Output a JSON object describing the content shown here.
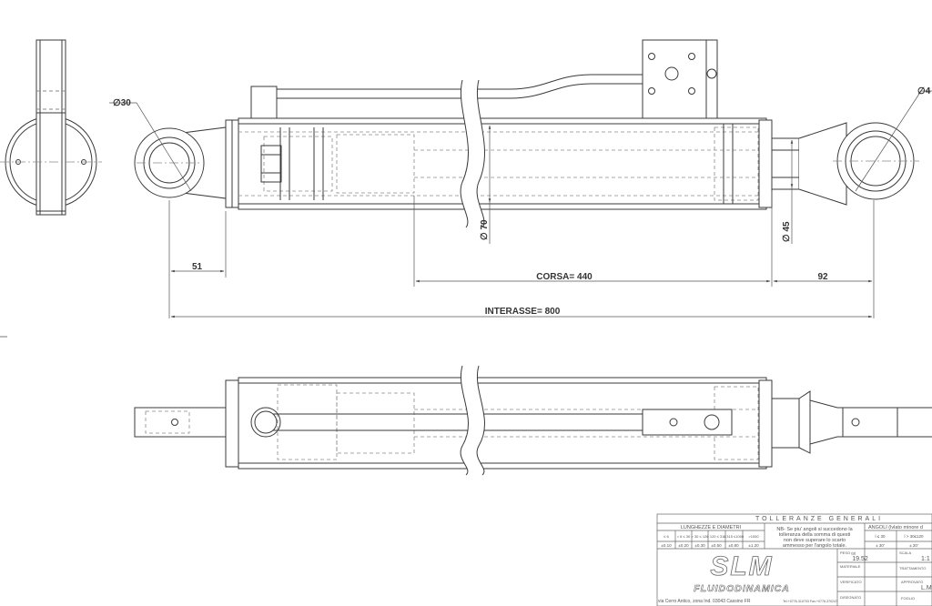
{
  "dimensions": {
    "eye_diameter_left": "∅30",
    "eye_diameter_right": "∅4",
    "cylinder_diameter": "∅ 70",
    "rod_diameter": "∅ 45",
    "left_offset": "51",
    "stroke": "CORSA= 440",
    "right_offset": "92",
    "center_distance": "INTERASSE= 800"
  },
  "title_block": {
    "header": "TOLLERANZE GENERALI",
    "lengths_header": "LUNGHEZZE E DIAMETRI",
    "angles_header": "ANGOLI (lvlato minore d",
    "length_ranges": [
      "≤ 6",
      "> 6 ≤ 30",
      "> 30 ≤ 120",
      "> 120 ≤ 315",
      "> 315 ≤1000",
      ">1000"
    ],
    "length_tolerances": [
      "±0.10",
      "±0.20",
      "±0.30",
      "±0.50",
      "±0.80",
      "±1.20"
    ],
    "note_lines": [
      "NB- Se piu' angoli si succedono la",
      "tolleranza della somma di questi",
      "non deve superare lo scarto",
      "ammesso per l'angolo totale."
    ],
    "angle_ranges": [
      "l ≤ 30",
      "l > 30≤120"
    ],
    "angle_tolerances": [
      "± 30'",
      "± 20'"
    ],
    "weight_label": "PESO (g)",
    "weight_value": "19.52",
    "scale_label": "SCALA",
    "scale_value": "1:1",
    "material_label": "MATERIALE",
    "treatment_label": "TRATTAMENTO",
    "checked_label": "VERIFICATO",
    "approved_label": "APPROVATO",
    "approved_value": "L.M",
    "drawn_label": "DISEGNATO",
    "sheet_label": "FOGLIO",
    "logo_main": "SLM",
    "logo_sub": "FLUIDODINAMICA",
    "address": "via Cerro Antico, zona Ind. 03043 Cassino FR",
    "phone": "Tel.+0776-310703 Fax.+0776-370247"
  },
  "colors": {
    "line": "#3a3a3a",
    "hidden_line": "#8a8a8a",
    "text": "#333333",
    "paper": "#ffffff"
  }
}
